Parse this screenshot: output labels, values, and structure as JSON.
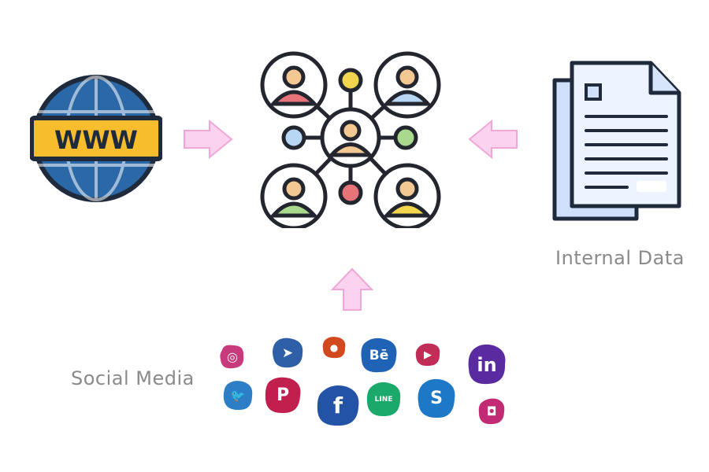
{
  "web": {
    "icon": "globe-www-icon",
    "badge_text": "WWW",
    "colors": {
      "globe": "#2a68a8",
      "band": "#f7bd2c",
      "outline": "#1f2a3c"
    }
  },
  "network": {
    "icon": "people-network-icon",
    "colors": {
      "outline": "#23262e",
      "red": "#e87479",
      "blue": "#b8d7f5",
      "green": "#a9d98d",
      "yellow": "#f2d74e",
      "orange": "#f4c892"
    }
  },
  "internal": {
    "icon": "documents-icon",
    "label": "Internal Data",
    "colors": {
      "page": "#eef4ff",
      "back": "#cfe0fb",
      "outline": "#1f2a3c"
    }
  },
  "social": {
    "label": "Social Media",
    "icons": [
      {
        "name": "dribbble-icon",
        "glyph": "◎",
        "color": "#c73a7c"
      },
      {
        "name": "telegram-icon",
        "glyph": "➤",
        "color": "#2f5fa6"
      },
      {
        "name": "reddit-icon",
        "glyph": "●",
        "color": "#d2481f"
      },
      {
        "name": "behance-icon",
        "glyph": "Bē",
        "color": "#1f62b6"
      },
      {
        "name": "youtube-icon",
        "glyph": "▶",
        "color": "#c12d56"
      },
      {
        "name": "linkedin-icon",
        "glyph": "in",
        "color": "#5a2aa0"
      },
      {
        "name": "twitter-icon",
        "glyph": "🐦",
        "color": "#2c7ec6"
      },
      {
        "name": "pinterest-icon",
        "glyph": "P",
        "color": "#c11f4e"
      },
      {
        "name": "facebook-icon",
        "glyph": "f",
        "color": "#2353a6"
      },
      {
        "name": "line-icon",
        "glyph": "LINE",
        "color": "#1ba96b"
      },
      {
        "name": "skype-icon",
        "glyph": "S",
        "color": "#1e78c8"
      },
      {
        "name": "instagram-icon",
        "glyph": "◘",
        "color": "#c22a74"
      }
    ]
  },
  "arrows": {
    "color": "#fbd3ee",
    "stroke": "#f0a7d8"
  }
}
